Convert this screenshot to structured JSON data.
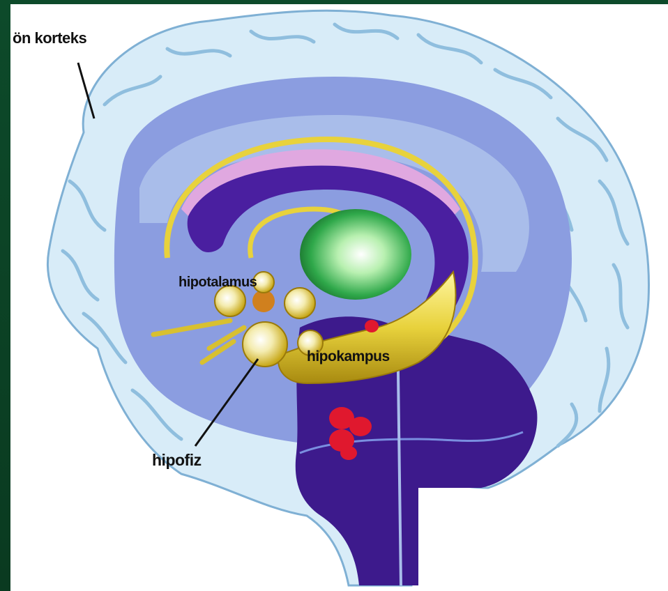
{
  "labels": {
    "cortex": "ön korteks",
    "hypothalamus": "hipotalamus",
    "hippocampus": "hipokampus",
    "pituitary": "hipofiz"
  },
  "colors": {
    "frame": "#0d4a2a",
    "cortex_outer": "#d8ecf8",
    "cortex_fold": "#8fbede",
    "inner_field": "#8b9de0",
    "inner_light": "#a9bdea",
    "brainstem": "#3d1a8c",
    "limbic_gold": "#e8d23c",
    "thalamus_green": "#2fa84a",
    "nuclei_red": "#e0182e",
    "hypothalamus_orange": "#d0801e"
  }
}
